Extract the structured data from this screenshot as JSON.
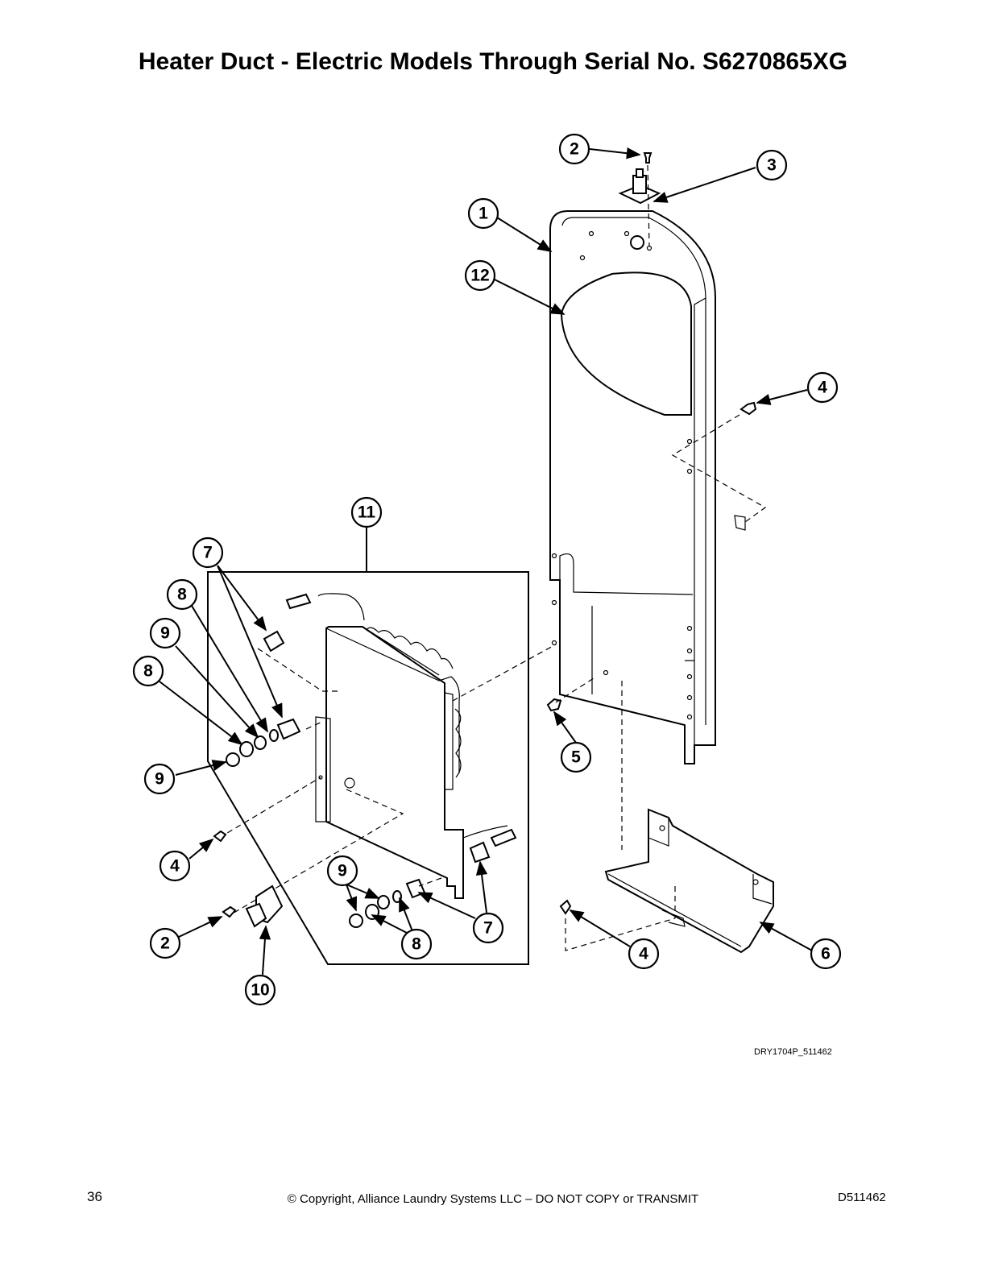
{
  "page": {
    "title": "Heater Duct - Electric Models Through Serial No. S6270865XG",
    "drawing_id": "DRY1704P_511462",
    "page_number": "36",
    "copyright": "© Copyright, Alliance Laundry Systems LLC – DO NOT COPY or TRANSMIT",
    "doc_number": "D511462"
  },
  "callouts": [
    {
      "id": "c2-top",
      "label": "2"
    },
    {
      "id": "c3",
      "label": "3"
    },
    {
      "id": "c1",
      "label": "1"
    },
    {
      "id": "c12",
      "label": "12"
    },
    {
      "id": "c4-right",
      "label": "4"
    },
    {
      "id": "c11",
      "label": "11"
    },
    {
      "id": "c7-top",
      "label": "7"
    },
    {
      "id": "c8-a",
      "label": "8"
    },
    {
      "id": "c9-a",
      "label": "9"
    },
    {
      "id": "c8-b",
      "label": "8"
    },
    {
      "id": "c9-b",
      "label": "9"
    },
    {
      "id": "c5",
      "label": "5"
    },
    {
      "id": "c4-left",
      "label": "4"
    },
    {
      "id": "c9-c",
      "label": "9"
    },
    {
      "id": "c7-bottom",
      "label": "7"
    },
    {
      "id": "c2-bottom",
      "label": "2"
    },
    {
      "id": "c8-c",
      "label": "8"
    },
    {
      "id": "c10",
      "label": "10"
    },
    {
      "id": "c4-bottom",
      "label": "4"
    },
    {
      "id": "c6",
      "label": "6"
    }
  ]
}
